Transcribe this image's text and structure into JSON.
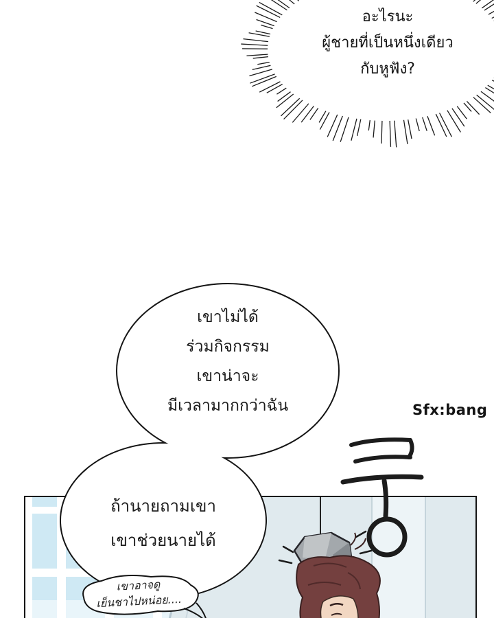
{
  "shout_bubble": {
    "lines": [
      "อะไรนะ",
      "ผู้ชายที่เป็นหนึ่งเดียว",
      "กับหูฟัง?"
    ]
  },
  "thought_bubble_top": {
    "lines": [
      "เขาไม่ได้",
      "ร่วมกิจกรรม",
      "เขาน่าจะ",
      "มีเวลามากกว่าฉัน"
    ]
  },
  "thought_bubble_bottom": {
    "lines": [
      "ถ้านายถามเขา",
      "เขาช่วยนายได้"
    ]
  },
  "sfx": {
    "caption": "Sfx:bang",
    "glyph": "쿵"
  },
  "whisper_bubble": {
    "lines": [
      "เขาอาจดู",
      "เย็นชาไปหน่อย...."
    ]
  },
  "colors": {
    "ink": "#1c1c1c",
    "panel_wall": "#e0eaee",
    "window_glass": "#cfe9f4",
    "rock_gray": "#a3a8ac",
    "hair_brown": "#74403f",
    "skin": "#f2d7c2"
  }
}
